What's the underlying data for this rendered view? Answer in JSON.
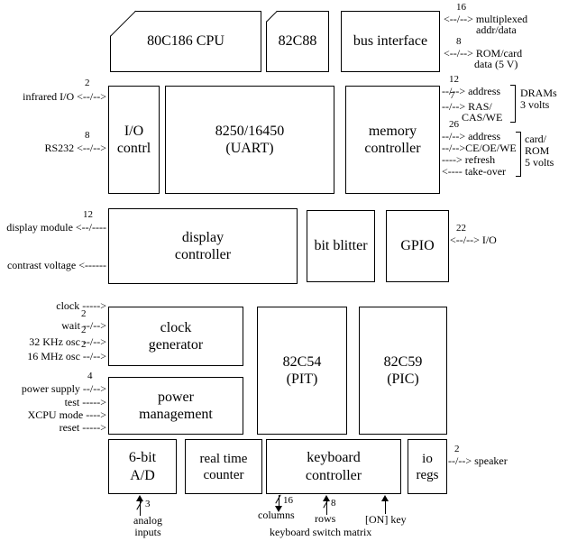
{
  "boxes": {
    "cpu": "80C186 CPU",
    "c82c88": "82C88",
    "bus_interface": "bus interface",
    "io_control": "I/O\ncontrl",
    "uart": "8250/16450\n(UART)",
    "memory_controller": "memory\ncontroller",
    "display_controller": "display\ncontroller",
    "bit_blitter": "bit blitter",
    "gpio": "GPIO",
    "clock_generator": "clock\ngenerator",
    "pit": "82C54\n(PIT)",
    "pic": "82C59\n(PIC)",
    "power_management": "power\nmanagement",
    "adc": "6-bit\nA/D",
    "rtc": "real time\ncounter",
    "keyboard_controller": "keyboard\ncontroller",
    "io_regs": "io\nregs"
  },
  "left": {
    "infrared_width": "2",
    "infrared": "infrared I/O <--/-->",
    "rs232_width": "8",
    "rs232": "RS232 <--/-->",
    "display_width": "12",
    "display_module": "display module <--/----",
    "contrast": "contrast voltage <------",
    "clock": "clock ----->",
    "wait_width": "2",
    "wait": "wait --/-->",
    "osc32_width": "2",
    "osc32": "32 KHz osc --/-->",
    "osc16_width": "2",
    "osc16": "16 MHz osc --/-->",
    "power_width": "4",
    "power_supply": "power supply --/-->",
    "test": "test ----->",
    "xcpu": "XCPU mode ---->",
    "reset": "reset ----->"
  },
  "right": {
    "addr_width": "16",
    "multiplexed1": "<--/--> multiplexed",
    "multiplexed2": "addr/data",
    "romcard_width": "8",
    "romcard1": "<--/--> ROM/card",
    "romcard2": "data (5 V)",
    "dram_addr_width": "12",
    "dram_addr": "--/--> address",
    "ras_width": "7",
    "ras1": "--/--> RAS/",
    "ras2": "CAS/WE",
    "dram_label": "DRAMs\n3 volts",
    "card_addr_width": "26",
    "card_addr": "--/--> address",
    "ce": "--/-->CE/OE/WE",
    "refresh": "----> refresh",
    "takeover": "<---- take-over",
    "card_label": "card/\nROM\n5 volts",
    "gpio_width": "22",
    "gpio_io": "<--/--> I/O",
    "speaker_width": "2",
    "speaker": "--/--> speaker"
  },
  "bottom": {
    "analog_width": "3",
    "analog_label": "analog\ninputs",
    "columns_width": "16",
    "columns": "columns",
    "rows_width": "8",
    "rows": "rows",
    "on_key": "[ON] key",
    "matrix": "keyboard switch matrix"
  }
}
